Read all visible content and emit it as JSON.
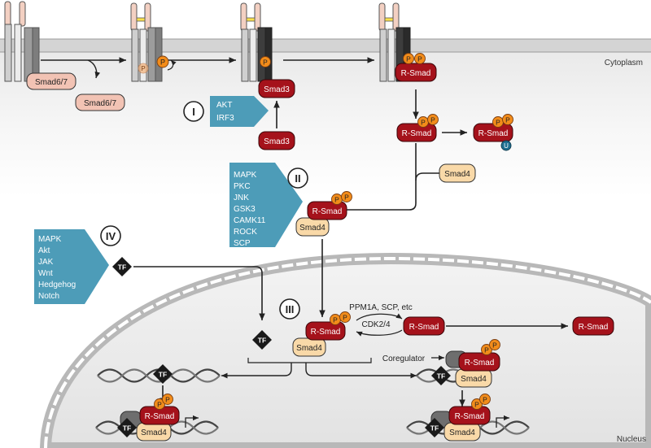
{
  "labels": {
    "cytoplasm": "Cytoplasm",
    "nucleus": "Nucleus",
    "smad67_a": "Smad6/7",
    "smad67_b": "Smad6/7",
    "smad3_top": "Smad3",
    "smad3_bottom": "Smad3",
    "rsmad_top": "R-Smad",
    "rsmad_mid": "R-Smad",
    "rsmad_ub": "R-Smad",
    "smad4_free": "Smad4",
    "rsmad_complex": "R-Smad",
    "smad4_complex": "Smad4",
    "rsmad_nuc": "R-Smad",
    "smad4_nuc": "Smad4",
    "rsmad_dephos": "R-Smad",
    "rsmad_exported": "R-Smad",
    "phosphatases": "PPM1A, SCP, etc",
    "cdk": "CDK2/4",
    "coregulator": "Coregulator",
    "rsmad_co": "R-Smad",
    "smad4_co": "Smad4",
    "rsmad_dna_left": "R-Smad",
    "smad4_dna_left": "Smad4",
    "rsmad_dna_right": "R-Smad",
    "smad4_dna_right": "Smad4",
    "phospho": "P",
    "ubiquitin": "U",
    "tf": "TF"
  },
  "roman": [
    "I",
    "II",
    "III",
    "IV"
  ],
  "panels": {
    "panel_1": [
      "AKT",
      "IRF3"
    ],
    "panel_2": [
      "MAPK",
      "PKC",
      "JNK",
      "GSK3",
      "CAMK11",
      "ROCK",
      "SCP"
    ],
    "panel_4": [
      "MAPK",
      "Akt",
      "JAK",
      "Wnt",
      "Hedgehog",
      "Notch"
    ]
  },
  "colors": {
    "rsmad": "#a5121b",
    "smad4": "#f9d9a8",
    "smad67": "#f2c3b4",
    "phospho": "#f28c1a",
    "kinase_panel": "#4d9cb8",
    "tf": "#1a1a1a",
    "membrane": "#d6d6d6",
    "nucleus": "#dcdcdc",
    "ubiquitin": "#1f6f91"
  }
}
